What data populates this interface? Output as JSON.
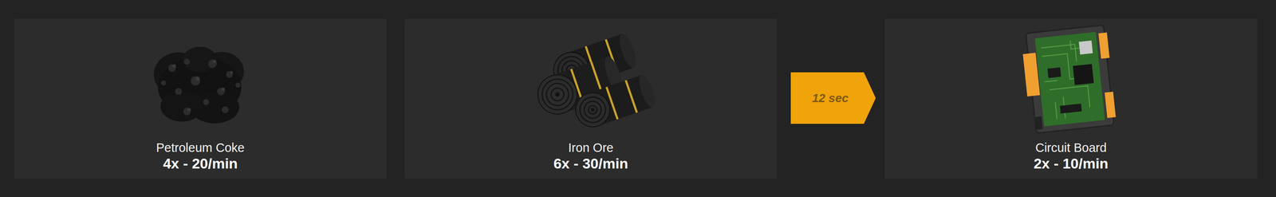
{
  "diagram": {
    "nodes": [
      {
        "text": [
          "Petroleum Coke",
          "4x - 20/min"
        ]
      },
      {
        "text": [
          "Iron Ore",
          "6x - 30/min"
        ]
      },
      {
        "text": [
          "12 sec"
        ]
      },
      {
        "text": [
          "Circuit Board",
          "2x - 10/min"
        ]
      }
    ]
  }
}
